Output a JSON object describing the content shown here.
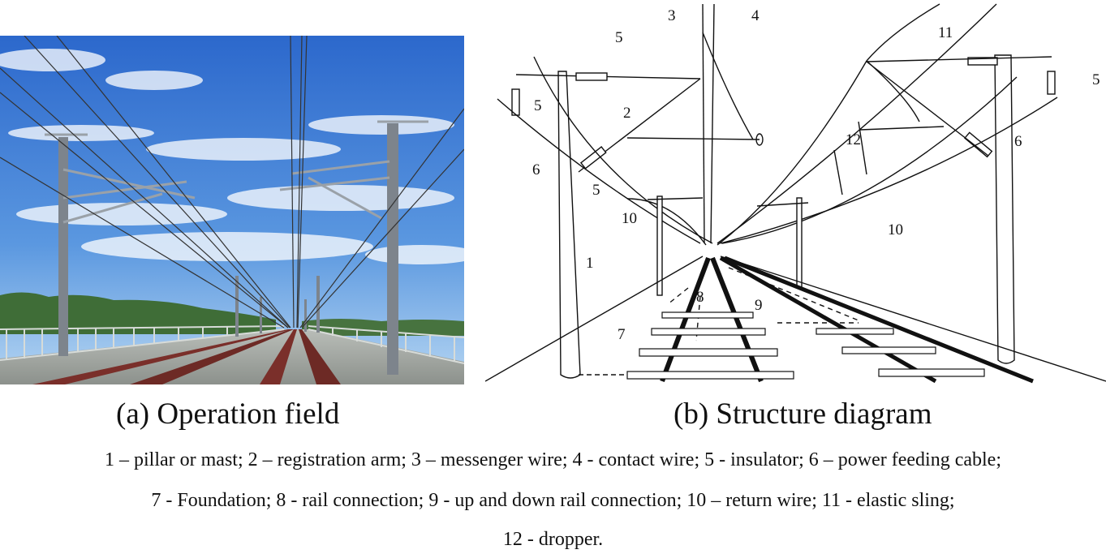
{
  "captions": {
    "a": "(a) Operation field",
    "b": "(b) Structure diagram"
  },
  "legend": {
    "line1": "1 – pillar or mast; 2 – registration arm; 3 – messenger wire; 4 - contact wire; 5 - insulator; 6 – power feeding cable;",
    "line2": "7 - Foundation; 8 - rail connection; 9 - up and down rail connection; 10 – return wire; 11 - elastic sling;",
    "line3": "12 - dropper."
  },
  "diagram_labels": {
    "n1": "1",
    "n2": "2",
    "n3": "3",
    "n4": "4",
    "n5a": "5",
    "n5b": "5",
    "n5c": "5",
    "n5d": "5",
    "n6a": "6",
    "n6b": "6",
    "n7": "7",
    "n8": "8",
    "n9": "9",
    "n10a": "10",
    "n10b": "10",
    "n11": "11",
    "n12": "12"
  },
  "colors": {
    "sky_top": "#2f6fd0",
    "sky_bottom": "#a9cdf0",
    "trees": "#3a6a35",
    "rail": "#7a2f2a",
    "mast": "#7d848c"
  }
}
